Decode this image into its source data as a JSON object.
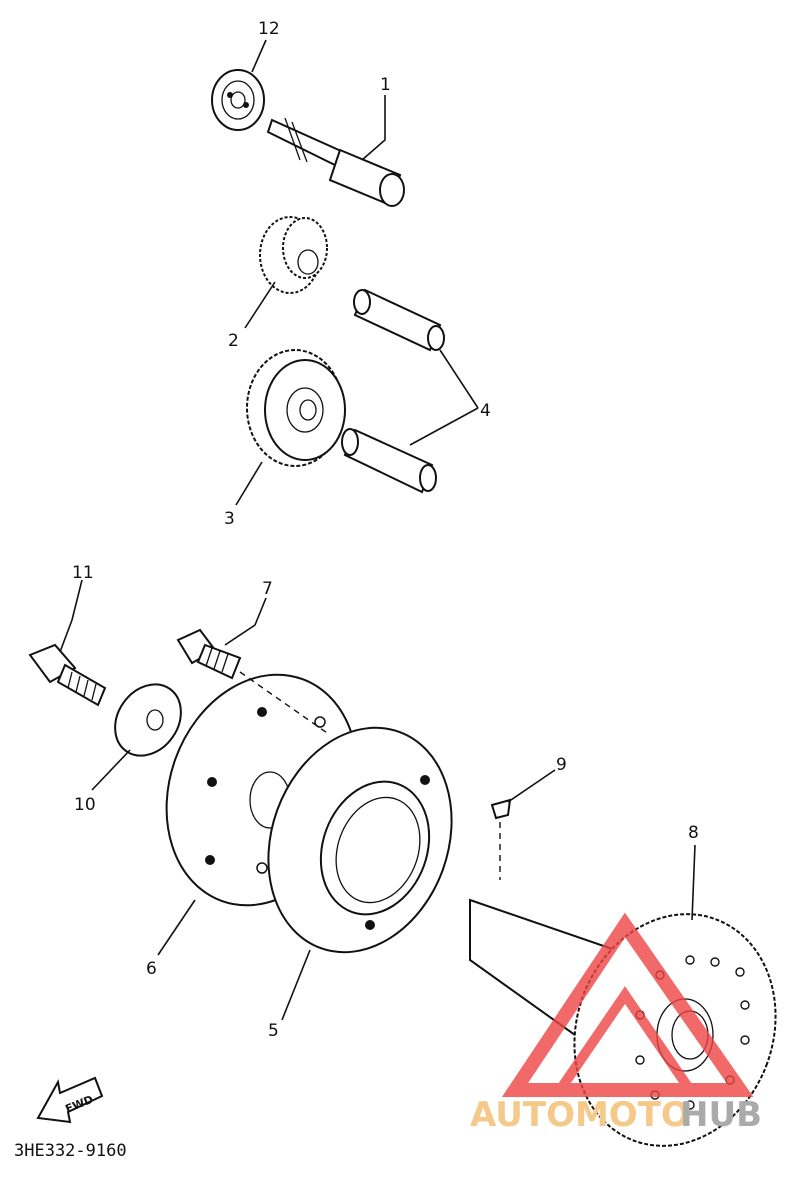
{
  "diagram": {
    "drawing_code": "3HE332-9160",
    "fwd_label": "FWD",
    "callouts": [
      {
        "id": "1",
        "label": "1"
      },
      {
        "id": "2",
        "label": "2"
      },
      {
        "id": "3",
        "label": "3"
      },
      {
        "id": "4",
        "label": "4"
      },
      {
        "id": "5",
        "label": "5"
      },
      {
        "id": "6",
        "label": "6"
      },
      {
        "id": "7",
        "label": "7"
      },
      {
        "id": "8",
        "label": "8"
      },
      {
        "id": "9",
        "label": "9"
      },
      {
        "id": "10",
        "label": "10"
      },
      {
        "id": "11",
        "label": "11"
      },
      {
        "id": "12",
        "label": "12"
      }
    ]
  },
  "watermark": {
    "word_a": "AUTOMOTO",
    "word_b": "HUB",
    "color_a": "#f5c98a",
    "color_b": "#aaaaaa",
    "logo_color": "#ee4444"
  }
}
